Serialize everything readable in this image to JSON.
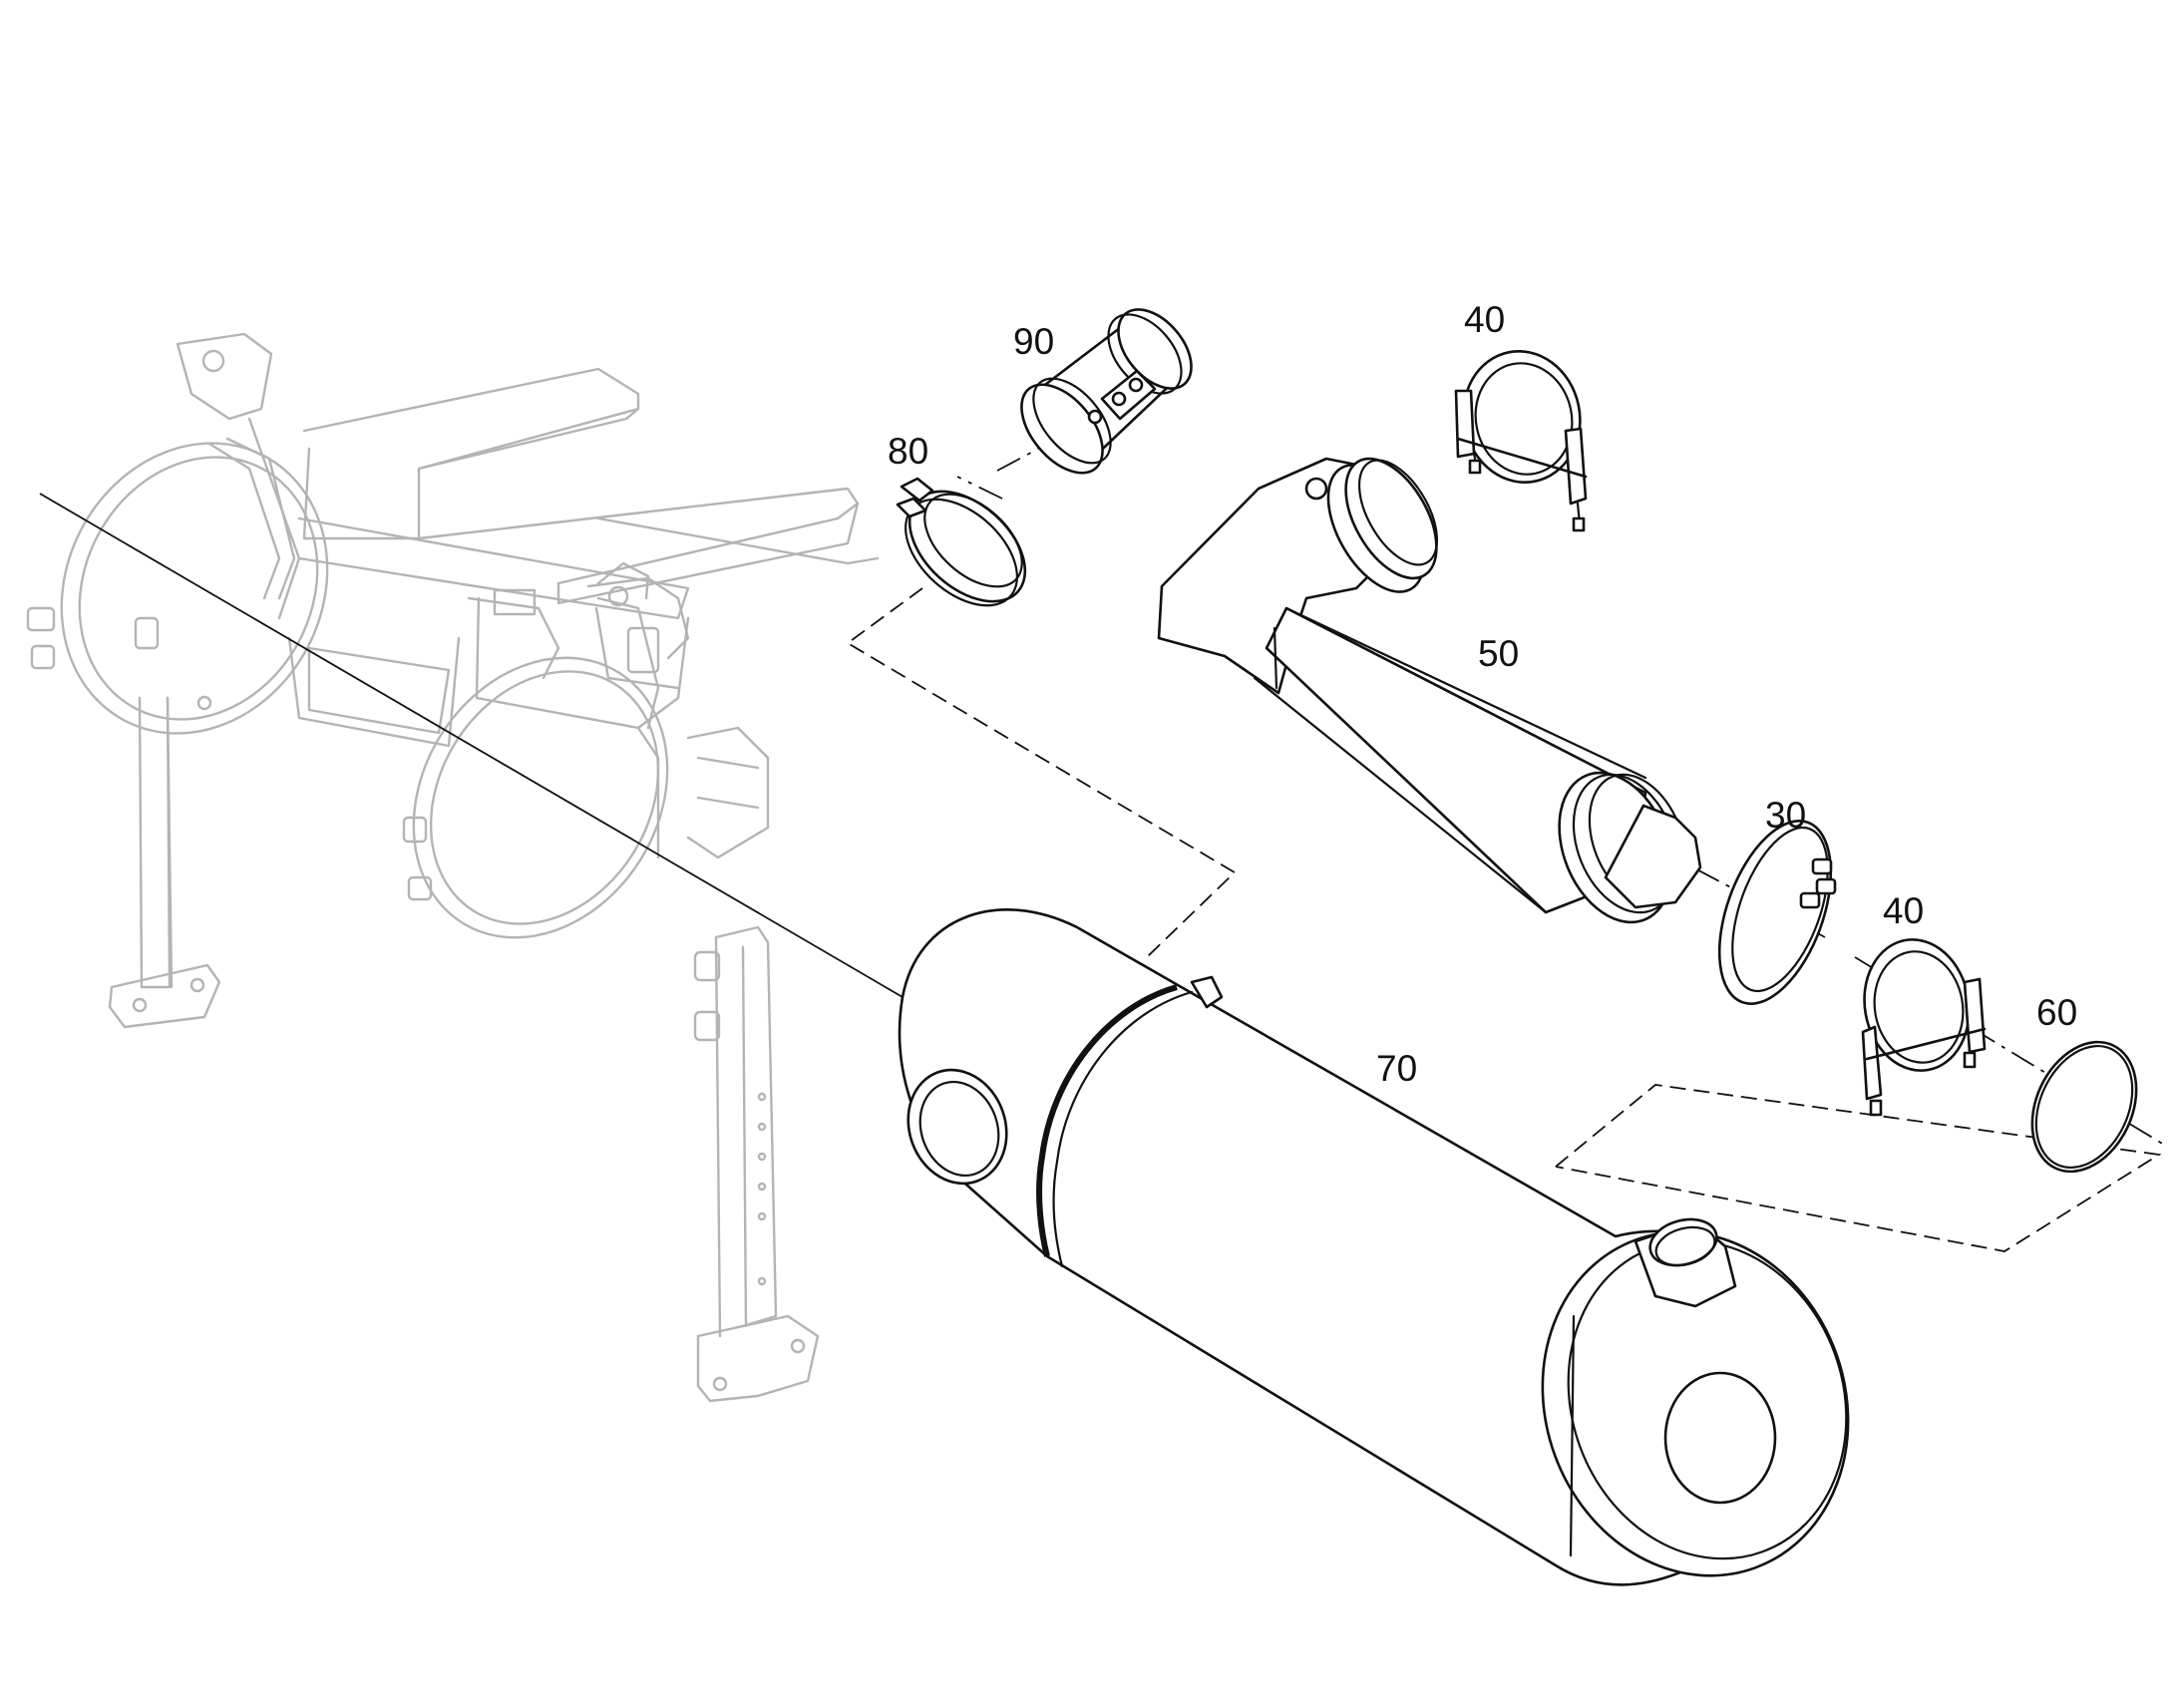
{
  "diagram": {
    "callouts": {
      "c30": "30",
      "c40a": "40",
      "c40b": "40",
      "c50": "50",
      "c60": "60",
      "c70": "70",
      "c80": "80",
      "c90": "90"
    }
  }
}
